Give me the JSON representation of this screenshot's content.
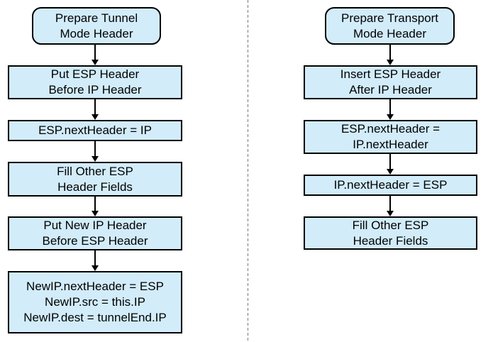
{
  "diagram": {
    "type": "flowchart-comparison",
    "background": "#ffffff",
    "colors": {
      "node_fill": "#d2ecfa",
      "node_border": "#000000",
      "arrow": "#000000",
      "separator_line": "#7a7a7a"
    },
    "separator": {
      "style": "vertical-dashed-line"
    },
    "tunnel": {
      "nodes": [
        {
          "shape": "rounded",
          "lines": [
            "Prepare Tunnel",
            "Mode Header"
          ]
        },
        {
          "shape": "rect",
          "lines": [
            "Put ESP Header",
            "Before IP Header"
          ]
        },
        {
          "shape": "rect",
          "lines": [
            "ESP.nextHeader = IP"
          ]
        },
        {
          "shape": "rect",
          "lines": [
            "Fill Other ESP",
            "Header Fields"
          ]
        },
        {
          "shape": "rect",
          "lines": [
            "Put New IP Header",
            "Before ESP Header"
          ]
        },
        {
          "shape": "rect",
          "lines": [
            "NewIP.nextHeader = ESP",
            "NewIP.src = this.IP",
            "NewIP.dest = tunnelEnd.IP"
          ]
        }
      ]
    },
    "transport": {
      "nodes": [
        {
          "shape": "rounded",
          "lines": [
            "Prepare Transport",
            "Mode Header"
          ]
        },
        {
          "shape": "rect",
          "lines": [
            "Insert ESP Header",
            "After IP Header"
          ]
        },
        {
          "shape": "rect",
          "lines": [
            "ESP.nextHeader =",
            "IP.nextHeader"
          ]
        },
        {
          "shape": "rect",
          "lines": [
            "IP.nextHeader = ESP"
          ]
        },
        {
          "shape": "rect",
          "lines": [
            "Fill Other ESP",
            "Header Fields"
          ]
        }
      ]
    }
  }
}
